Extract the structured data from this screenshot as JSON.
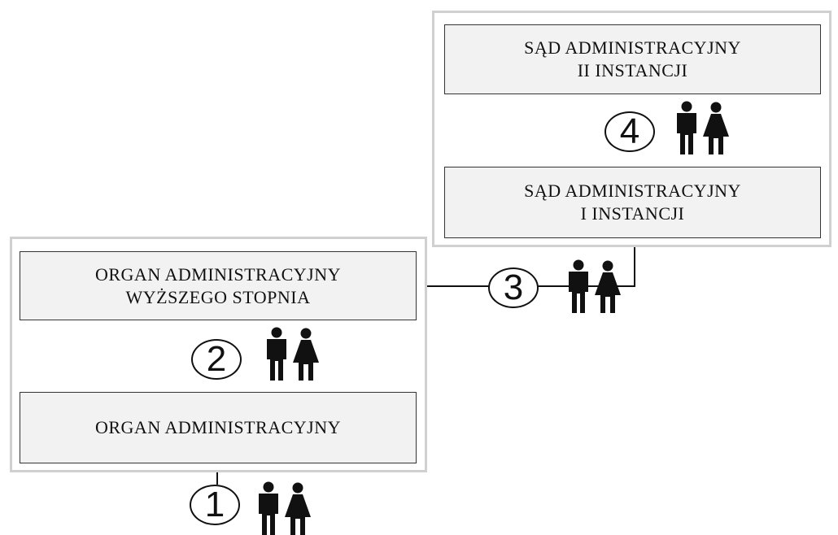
{
  "boxes": {
    "organ": {
      "lines": [
        "ORGAN ADMINISTRACYJNY"
      ]
    },
    "organ_higher": {
      "lines": [
        "ORGAN ADMINISTRACYJNY",
        "WYŻSZEGO STOPNIA"
      ]
    },
    "court_first": {
      "lines": [
        "SĄD ADMINISTRACYJNY",
        "I INSTANCJI"
      ]
    },
    "court_second": {
      "lines": [
        "SĄD ADMINISTRACYJNY",
        "II INSTANCJI"
      ]
    }
  },
  "steps": [
    "1",
    "2",
    "3",
    "4"
  ],
  "icons": {
    "person": "man-woman-icon"
  },
  "colors": {
    "box_fill": "#f2f2f2",
    "group_border": "#d0d0d0",
    "ink": "#111111"
  }
}
